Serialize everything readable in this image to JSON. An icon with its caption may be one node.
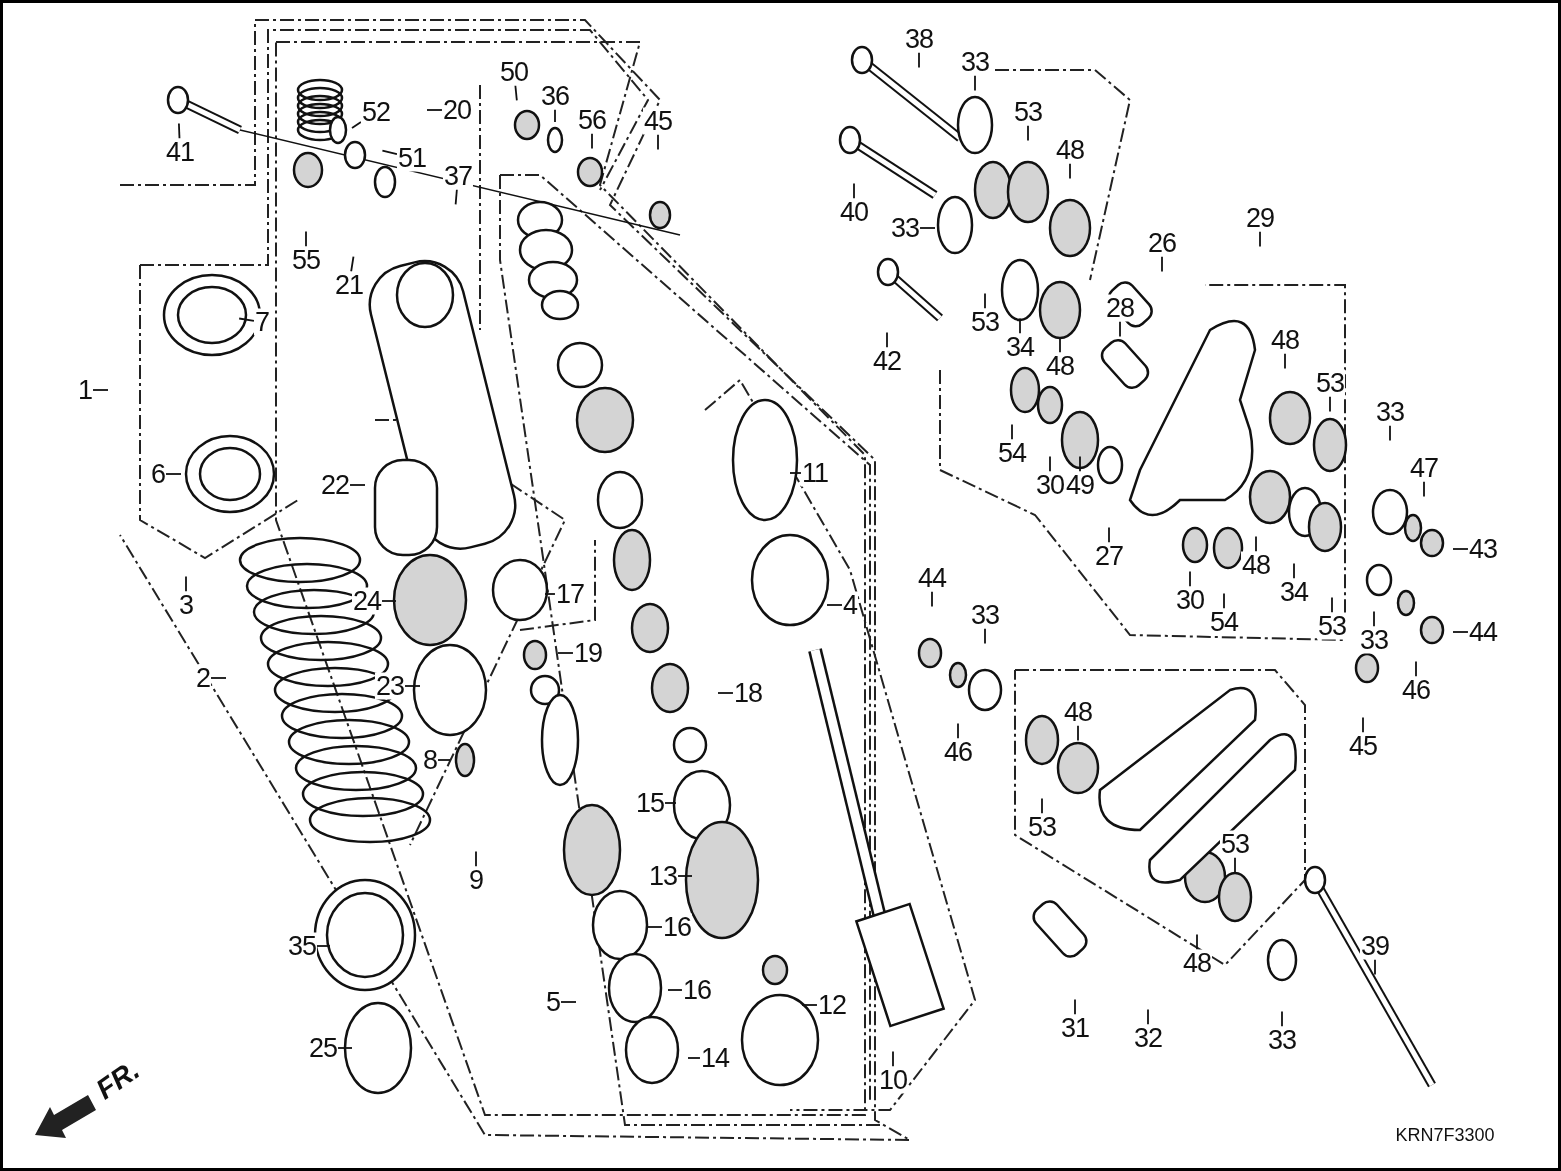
{
  "diagram": {
    "nodes": [
      {
        "text": [
          "1"
        ]
      },
      {
        "text": [
          "2"
        ]
      },
      {
        "text": [
          "3"
        ]
      },
      {
        "text": [
          "4"
        ]
      },
      {
        "text": [
          "5"
        ]
      },
      {
        "text": [
          "6"
        ]
      },
      {
        "text": [
          "7"
        ]
      },
      {
        "text": [
          "8"
        ]
      },
      {
        "text": [
          "9"
        ]
      },
      {
        "text": [
          "10"
        ]
      },
      {
        "text": [
          "11"
        ]
      },
      {
        "text": [
          "12"
        ]
      },
      {
        "text": [
          "13"
        ]
      },
      {
        "text": [
          "14"
        ]
      },
      {
        "text": [
          "15"
        ]
      },
      {
        "text": [
          "16"
        ]
      },
      {
        "text": [
          "16"
        ]
      },
      {
        "text": [
          "17"
        ]
      },
      {
        "text": [
          "18"
        ]
      },
      {
        "text": [
          "19"
        ]
      },
      {
        "text": [
          "20"
        ]
      },
      {
        "text": [
          "21"
        ]
      },
      {
        "text": [
          "22"
        ]
      },
      {
        "text": [
          "23"
        ]
      },
      {
        "text": [
          "24"
        ]
      },
      {
        "text": [
          "25"
        ]
      },
      {
        "text": [
          "26"
        ]
      },
      {
        "text": [
          "27"
        ]
      },
      {
        "text": [
          "28"
        ]
      },
      {
        "text": [
          "29"
        ]
      },
      {
        "text": [
          "30"
        ]
      },
      {
        "text": [
          "30"
        ]
      },
      {
        "text": [
          "31"
        ]
      },
      {
        "text": [
          "32"
        ]
      },
      {
        "text": [
          "33"
        ]
      },
      {
        "text": [
          "33"
        ]
      },
      {
        "text": [
          "33"
        ]
      },
      {
        "text": [
          "33"
        ]
      },
      {
        "text": [
          "33"
        ]
      },
      {
        "text": [
          "33"
        ]
      },
      {
        "text": [
          "34"
        ]
      },
      {
        "text": [
          "34"
        ]
      },
      {
        "text": [
          "35"
        ]
      },
      {
        "text": [
          "36"
        ]
      },
      {
        "text": [
          "37"
        ]
      },
      {
        "text": [
          "38"
        ]
      },
      {
        "text": [
          "39"
        ]
      },
      {
        "text": [
          "40"
        ]
      },
      {
        "text": [
          "41"
        ]
      },
      {
        "text": [
          "42"
        ]
      },
      {
        "text": [
          "43"
        ]
      },
      {
        "text": [
          "44"
        ]
      },
      {
        "text": [
          "44"
        ]
      },
      {
        "text": [
          "45"
        ]
      },
      {
        "text": [
          "45"
        ]
      },
      {
        "text": [
          "46"
        ]
      },
      {
        "text": [
          "46"
        ]
      },
      {
        "text": [
          "47"
        ]
      },
      {
        "text": [
          "48"
        ]
      },
      {
        "text": [
          "48"
        ]
      },
      {
        "text": [
          "48"
        ]
      },
      {
        "text": [
          "48"
        ]
      },
      {
        "text": [
          "48"
        ]
      },
      {
        "text": [
          "48"
        ]
      },
      {
        "text": [
          "49"
        ]
      },
      {
        "text": [
          "50"
        ]
      },
      {
        "text": [
          "51"
        ]
      },
      {
        "text": [
          "52"
        ]
      },
      {
        "text": [
          "53"
        ]
      },
      {
        "text": [
          "53"
        ]
      },
      {
        "text": [
          "53"
        ]
      },
      {
        "text": [
          "53"
        ]
      },
      {
        "text": [
          "53"
        ]
      },
      {
        "text": [
          "53"
        ]
      },
      {
        "text": [
          "54"
        ]
      },
      {
        "text": [
          "54"
        ]
      },
      {
        "text": [
          "55"
        ]
      },
      {
        "text": [
          "56"
        ]
      }
    ],
    "edges": [
      {
        "from": 0,
        "to": null,
        "arrow": "none"
      },
      {
        "from": 1,
        "to": null,
        "arrow": "none"
      },
      {
        "from": 2,
        "to": null,
        "arrow": "none"
      },
      {
        "from": 3,
        "to": null,
        "arrow": "none"
      },
      {
        "from": 4,
        "to": null,
        "arrow": "none"
      },
      {
        "from": 5,
        "to": null,
        "arrow": "none"
      },
      {
        "from": 6,
        "to": null,
        "arrow": "none"
      },
      {
        "from": 7,
        "to": null,
        "arrow": "none"
      },
      {
        "from": 8,
        "to": null,
        "arrow": "none"
      },
      {
        "from": 9,
        "to": null,
        "arrow": "none"
      },
      {
        "from": 10,
        "to": null,
        "arrow": "none"
      },
      {
        "from": 11,
        "to": null,
        "arrow": "none"
      },
      {
        "from": 12,
        "to": null,
        "arrow": "none"
      },
      {
        "from": 13,
        "to": null,
        "arrow": "none"
      },
      {
        "from": 14,
        "to": null,
        "arrow": "none"
      },
      {
        "from": 15,
        "to": null,
        "arrow": "none"
      },
      {
        "from": 16,
        "to": null,
        "arrow": "none"
      },
      {
        "from": 17,
        "to": null,
        "arrow": "none"
      },
      {
        "from": 18,
        "to": null,
        "arrow": "none"
      },
      {
        "from": 19,
        "to": null,
        "arrow": "none"
      },
      {
        "from": 20,
        "to": null,
        "arrow": "none"
      },
      {
        "from": 21,
        "to": null,
        "arrow": "none"
      },
      {
        "from": 22,
        "to": null,
        "arrow": "none"
      },
      {
        "from": 23,
        "to": null,
        "arrow": "none"
      },
      {
        "from": 24,
        "to": null,
        "arrow": "none"
      },
      {
        "from": 25,
        "to": null,
        "arrow": "none"
      },
      {
        "from": 26,
        "to": null,
        "arrow": "none"
      },
      {
        "from": 27,
        "to": null,
        "arrow": "none"
      },
      {
        "from": 28,
        "to": null,
        "arrow": "none"
      },
      {
        "from": 29,
        "to": null,
        "arrow": "none"
      },
      {
        "from": 30,
        "to": null,
        "arrow": "none"
      },
      {
        "from": 31,
        "to": null,
        "arrow": "none"
      },
      {
        "from": 32,
        "to": null,
        "arrow": "none"
      },
      {
        "from": 33,
        "to": null,
        "arrow": "none"
      },
      {
        "from": 34,
        "to": null,
        "arrow": "none"
      },
      {
        "from": 35,
        "to": null,
        "arrow": "none"
      },
      {
        "from": 36,
        "to": null,
        "arrow": "none"
      },
      {
        "from": 37,
        "to": null,
        "arrow": "none"
      },
      {
        "from": 38,
        "to": null,
        "arrow": "none"
      },
      {
        "from": 39,
        "to": null,
        "arrow": "none"
      },
      {
        "from": 40,
        "to": null,
        "arrow": "none"
      },
      {
        "from": 41,
        "to": null,
        "arrow": "none"
      },
      {
        "from": 42,
        "to": null,
        "arrow": "none"
      },
      {
        "from": 43,
        "to": null,
        "arrow": "none"
      },
      {
        "from": 44,
        "to": null,
        "arrow": "none"
      },
      {
        "from": 45,
        "to": null,
        "arrow": "none"
      },
      {
        "from": 46,
        "to": null,
        "arrow": "none"
      },
      {
        "from": 47,
        "to": null,
        "arrow": "none"
      },
      {
        "from": 48,
        "to": null,
        "arrow": "none"
      },
      {
        "from": 49,
        "to": null,
        "arrow": "none"
      },
      {
        "from": 50,
        "to": null,
        "arrow": "none"
      },
      {
        "from": 51,
        "to": null,
        "arrow": "none"
      },
      {
        "from": 52,
        "to": null,
        "arrow": "none"
      },
      {
        "from": 53,
        "to": null,
        "arrow": "none"
      },
      {
        "from": 54,
        "to": null,
        "arrow": "none"
      },
      {
        "from": 55,
        "to": null,
        "arrow": "none"
      },
      {
        "from": 56,
        "to": null,
        "arrow": "none"
      },
      {
        "from": 57,
        "to": null,
        "arrow": "none"
      },
      {
        "from": 58,
        "to": null,
        "arrow": "none"
      },
      {
        "from": 59,
        "to": null,
        "arrow": "none"
      },
      {
        "from": 60,
        "to": null,
        "arrow": "none"
      },
      {
        "from": 61,
        "to": null,
        "arrow": "none"
      },
      {
        "from": 62,
        "to": null,
        "arrow": "none"
      },
      {
        "from": 63,
        "to": null,
        "arrow": "none"
      },
      {
        "from": 64,
        "to": null,
        "arrow": "none"
      },
      {
        "from": 65,
        "to": null,
        "arrow": "none"
      },
      {
        "from": 66,
        "to": null,
        "arrow": "none"
      },
      {
        "from": 67,
        "to": null,
        "arrow": "none"
      },
      {
        "from": 68,
        "to": null,
        "arrow": "none"
      },
      {
        "from": 69,
        "to": null,
        "arrow": "none"
      },
      {
        "from": 70,
        "to": null,
        "arrow": "none"
      },
      {
        "from": 71,
        "to": null,
        "arrow": "none"
      },
      {
        "from": 72,
        "to": null,
        "arrow": "none"
      },
      {
        "from": 73,
        "to": null,
        "arrow": "none"
      },
      {
        "from": 74,
        "to": null,
        "arrow": "none"
      },
      {
        "from": 75,
        "to": null,
        "arrow": "none"
      },
      {
        "from": 76,
        "to": null,
        "arrow": "none"
      },
      {
        "from": 77,
        "to": null,
        "arrow": "none"
      }
    ],
    "labels": [
      "FR.",
      "KRN7F3300"
    ]
  }
}
